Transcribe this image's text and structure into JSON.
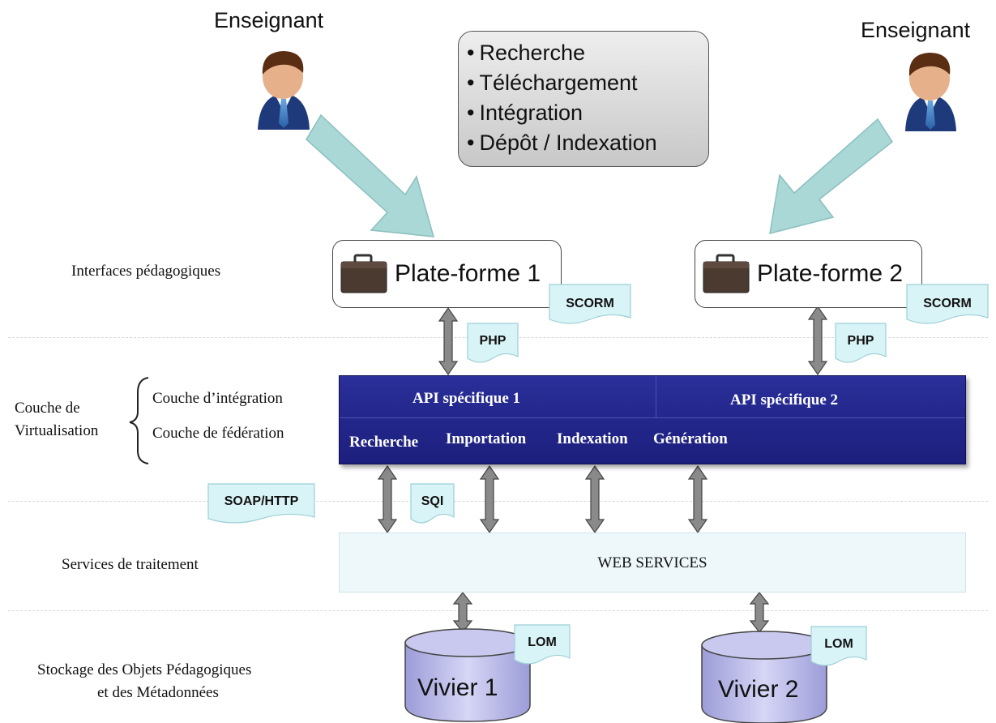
{
  "teachers": [
    {
      "label": "Enseignant"
    },
    {
      "label": "Enseignant"
    }
  ],
  "features": [
    "Recherche",
    "Téléchargement",
    "Intégration",
    "Dépôt / Indexation"
  ],
  "layers": {
    "interfaces": "Interfaces pédagogiques",
    "virtualisation_line1": "Couche de",
    "virtualisation_line2": "Virtualisation",
    "integration": "Couche d’intégration",
    "federation": "Couche de fédération",
    "services": "Services de traitement",
    "storage_line1": "Stockage des Objets Pédagogiques",
    "storage_line2": "et des Métadonnées"
  },
  "platforms": [
    {
      "name": "Plate-forme 1",
      "tag": "SCORM",
      "link_tag": "PHP"
    },
    {
      "name": "Plate-forme 2",
      "tag": "SCORM",
      "link_tag": "PHP"
    }
  ],
  "api": {
    "left": "API spécifique 1",
    "right": "API spécifique 2",
    "functions": [
      "Recherche",
      "Importation",
      "Indexation",
      "Génération"
    ]
  },
  "protocols": {
    "soap": "SOAP/HTTP",
    "sqi": "SQI"
  },
  "web_services": "WEB SERVICES",
  "viviers": [
    {
      "name": "Vivier 1",
      "tag": "LOM"
    },
    {
      "name": "Vivier 2",
      "tag": "LOM"
    }
  ],
  "colors": {
    "api_bar": "#1f2382",
    "arrow_teal": "#a9d8d6",
    "tag_fill": "#d9f4f7",
    "vivier_fill": "#c9c9ef",
    "web_services_fill": "#eef8fb"
  }
}
